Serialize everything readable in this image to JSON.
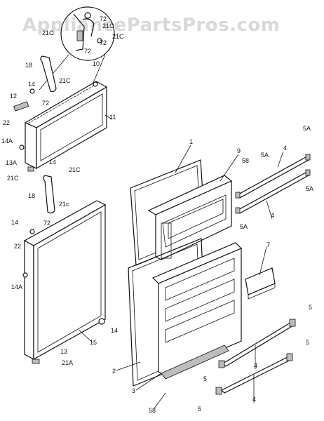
{
  "watermark": "AppliancePartsPros.com",
  "labels": {
    "p72a": "72",
    "p21Ca": "21C",
    "p72b": "72",
    "p21Cb": "21C",
    "p72c": "72",
    "p21Cc": "21C",
    "p18a": "18",
    "p10": "10",
    "p12": "12",
    "p14a": "14",
    "p21Cd": "21C",
    "p72d": "72",
    "p11": "11",
    "p22a": "22",
    "p14Aa": "14A",
    "p13A": "13A",
    "p21Ce": "21C",
    "p14b": "14",
    "p21Cf": "21C",
    "p18b": "18",
    "p21c": "21c",
    "p72e": "72",
    "p14c": "14",
    "p22b": "22",
    "p14Ab": "14A",
    "p15": "15",
    "p14d": "14",
    "p13": "13",
    "p21A": "21A",
    "p1": "1",
    "p9": "9",
    "p58a": "58",
    "p5Aa": "5A",
    "p4a": "4",
    "p5Ab": "5A",
    "p5Ac": "5A",
    "p5Ad": "5A",
    "p4b": "4",
    "p7": "7",
    "p2": "2",
    "p3": "3",
    "p58b": "58",
    "p5a": "5",
    "p5b": "5",
    "p5c": "5",
    "p5d": "5",
    "p4c": "4",
    "p4d": "4"
  }
}
